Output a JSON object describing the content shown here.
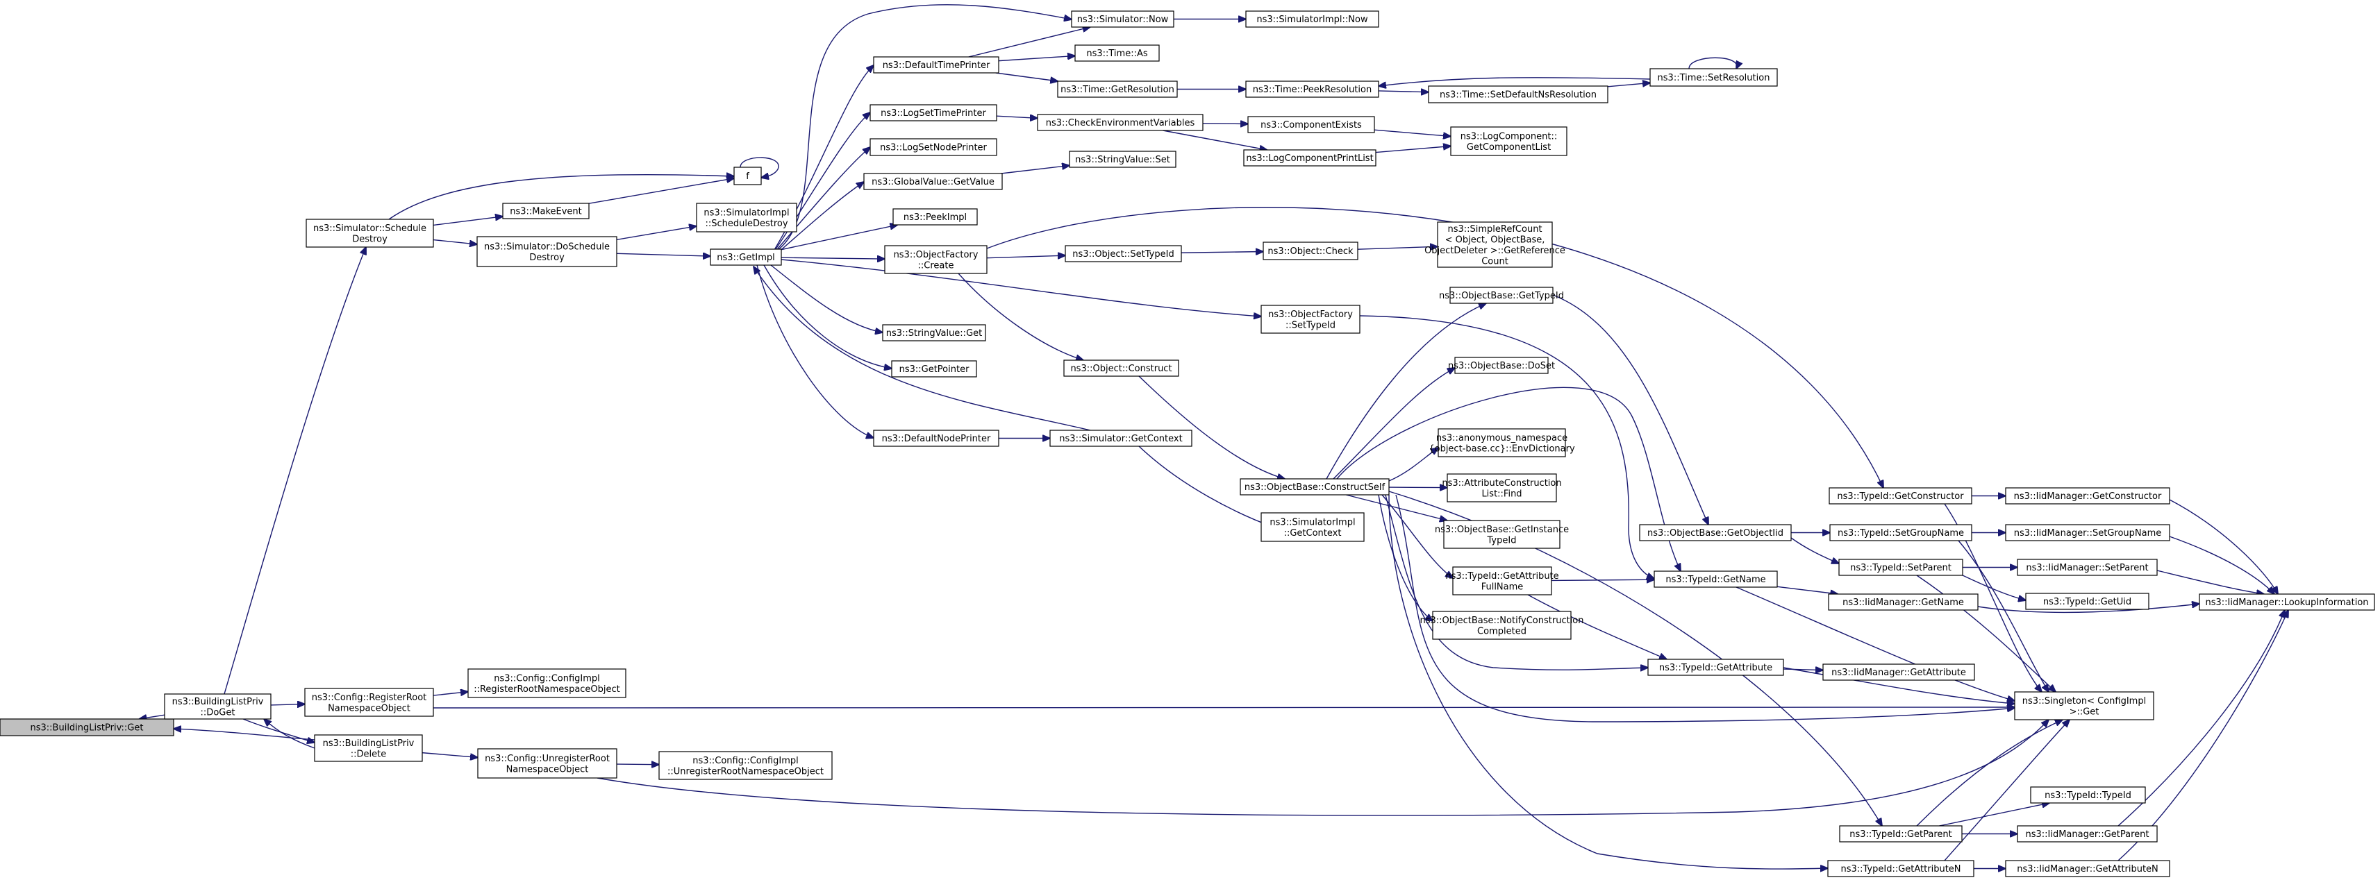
{
  "colors": {
    "edge": "#191970",
    "root_fill": "#bfbfbf",
    "node_fill": "#ffffff",
    "border": "#000000"
  },
  "nodes": {
    "root": [
      "ns3::BuildingListPriv::Get"
    ],
    "doget": [
      "ns3::BuildingListPriv",
      "::DoGet"
    ],
    "delete": [
      "ns3::BuildingListPriv",
      "::Delete"
    ],
    "schedDestroy": [
      "ns3::Simulator::Schedule",
      "Destroy"
    ],
    "makeEvent": [
      "ns3::MakeEvent"
    ],
    "f": [
      "f"
    ],
    "doSchedDestroy": [
      "ns3::Simulator::DoSchedule",
      "Destroy"
    ],
    "simImplSchedDestroy": [
      "ns3::SimulatorImpl",
      "::ScheduleDestroy"
    ],
    "getImpl": [
      "ns3::GetImpl"
    ],
    "simNow": [
      "ns3::Simulator::Now"
    ],
    "simImplNow": [
      "ns3::SimulatorImpl::Now"
    ],
    "defTimePrinter": [
      "ns3::DefaultTimePrinter"
    ],
    "timeAs": [
      "ns3::Time::As"
    ],
    "timeGetRes": [
      "ns3::Time::GetResolution"
    ],
    "timePeekRes": [
      "ns3::Time::PeekResolution"
    ],
    "timeSetRes": [
      "ns3::Time::SetResolution"
    ],
    "timeSetDefNs": [
      "ns3::Time::SetDefaultNsResolution"
    ],
    "logSetTimePrinter": [
      "ns3::LogSetTimePrinter"
    ],
    "checkEnv": [
      "ns3::CheckEnvironmentVariables"
    ],
    "compExists": [
      "ns3::ComponentExists"
    ],
    "logCompPrint": [
      "ns3::LogComponentPrintList"
    ],
    "logCompGetList": [
      "ns3::LogComponent::",
      "GetComponentList"
    ],
    "logSetNodePrinter": [
      "ns3::LogSetNodePrinter"
    ],
    "gvGetValue": [
      "ns3::GlobalValue::GetValue"
    ],
    "strValueSet": [
      "ns3::StringValue::Set"
    ],
    "peekImpl": [
      "ns3::PeekImpl"
    ],
    "objFactCreate": [
      "ns3::ObjectFactory",
      "::Create"
    ],
    "objSetTypeId": [
      "ns3::Object::SetTypeId"
    ],
    "objCheck": [
      "ns3::Object::Check"
    ],
    "simpleRefCount": [
      "ns3::SimpleRefCount",
      "< Object, ObjectBase,",
      "ObjectDeleter >::GetReference",
      "Count"
    ],
    "objFactSetTypeId": [
      "ns3::ObjectFactory",
      "::SetTypeId"
    ],
    "strValueGet": [
      "ns3::StringValue::Get"
    ],
    "getPointer": [
      "ns3::GetPointer"
    ],
    "objConstruct": [
      "ns3::Object::Construct"
    ],
    "defNodePrinter": [
      "ns3::DefaultNodePrinter"
    ],
    "simGetContext": [
      "ns3::Simulator::GetContext"
    ],
    "simImplGetContext": [
      "ns3::SimulatorImpl",
      "::GetContext"
    ],
    "objBaseConstructSelf": [
      "ns3::ObjectBase::ConstructSelf"
    ],
    "objBaseGetTypeId": [
      "ns3::ObjectBase::GetTypeId"
    ],
    "objBaseDoSet": [
      "ns3::ObjectBase::DoSet"
    ],
    "envDictionary": [
      "ns3::anonymous_namespace",
      "{object-base.cc}::EnvDictionary"
    ],
    "attrConstrFind": [
      "ns3::AttributeConstruction",
      "List::Find"
    ],
    "objBaseGetInstTypeId": [
      "ns3::ObjectBase::GetInstance",
      "TypeId"
    ],
    "typeIdGetAttrFullName": [
      "ns3::TypeId::GetAttribute",
      "FullName"
    ],
    "objBaseNotify": [
      "ns3::ObjectBase::NotifyConstruction",
      "Completed"
    ],
    "objBaseGetObjectIid": [
      "ns3::ObjectBase::GetObjectIid"
    ],
    "typeIdGetName": [
      "ns3::TypeId::GetName"
    ],
    "typeIdGetAttr": [
      "ns3::TypeId::GetAttribute"
    ],
    "typeIdGetConstructor": [
      "ns3::TypeId::GetConstructor"
    ],
    "typeIdSetGroupName": [
      "ns3::TypeId::SetGroupName"
    ],
    "typeIdSetParent": [
      "ns3::TypeId::SetParent"
    ],
    "typeIdGetParent": [
      "ns3::TypeId::GetParent"
    ],
    "typeIdGetAttrN": [
      "ns3::TypeId::GetAttributeN"
    ],
    "iidGetConstructor": [
      "ns3::IidManager::GetConstructor"
    ],
    "iidSetGroupName": [
      "ns3::IidManager::SetGroupName"
    ],
    "iidSetParent": [
      "ns3::IidManager::SetParent"
    ],
    "typeIdGetUid": [
      "ns3::TypeId::GetUid"
    ],
    "iidLookup": [
      "ns3::IidManager::LookupInformation"
    ],
    "iidGetName": [
      "ns3::IidManager::GetName"
    ],
    "iidGetAttr": [
      "ns3::IidManager::GetAttribute"
    ],
    "singletonGet": [
      "ns3::Singleton< ConfigImpl",
      ">::Get"
    ],
    "typeIdTypeId": [
      "ns3::TypeId::TypeId"
    ],
    "iidGetParent": [
      "ns3::IidManager::GetParent"
    ],
    "iidGetAttrN": [
      "ns3::IidManager::GetAttributeN"
    ],
    "cfgRegRoot": [
      "ns3::Config::RegisterRoot",
      "NamespaceObject"
    ],
    "cfgImplRegRoot": [
      "ns3::Config::ConfigImpl",
      "::RegisterRootNamespaceObject"
    ],
    "cfgUnregRoot": [
      "ns3::Config::UnregisterRoot",
      "NamespaceObject"
    ],
    "cfgImplUnregRoot": [
      "ns3::Config::ConfigImpl",
      "::UnregisterRootNamespaceObject"
    ]
  }
}
